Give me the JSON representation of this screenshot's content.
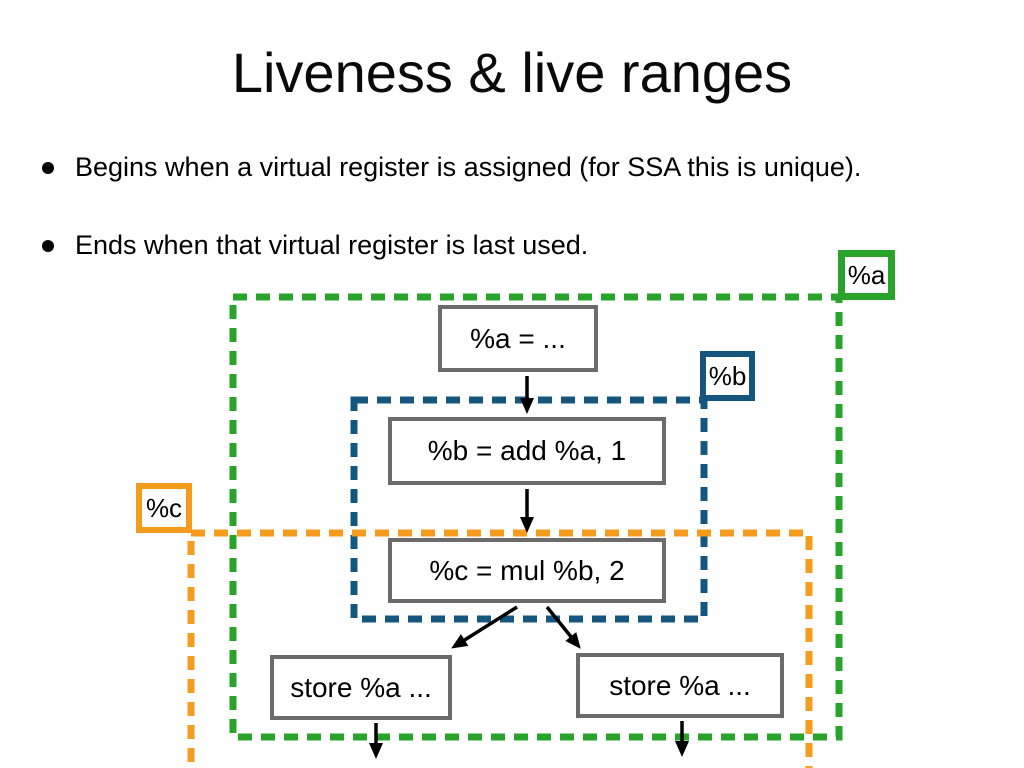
{
  "slide": {
    "title": "Liveness & live ranges",
    "bullets": [
      "Begins when a virtual register is assigned (for SSA this is unique).",
      "Ends when that virtual register is last used."
    ]
  },
  "diagram": {
    "live_ranges": [
      {
        "id": "a",
        "label": "%a",
        "color": "#2AA32A"
      },
      {
        "id": "b",
        "label": "%b",
        "color": "#15567F"
      },
      {
        "id": "c",
        "label": "%c",
        "color": "#F59B1D"
      }
    ],
    "nodes": [
      {
        "id": "def_a",
        "text": "%a = ..."
      },
      {
        "id": "def_b",
        "text": "%b = add %a, 1"
      },
      {
        "id": "def_c",
        "text": "%c = mul %b, 2"
      },
      {
        "id": "store_1",
        "text": "store %a ..."
      },
      {
        "id": "store_2",
        "text": "store %a ..."
      }
    ],
    "box_border_color": "#6B6B6B",
    "arrow_color": "#000000"
  }
}
